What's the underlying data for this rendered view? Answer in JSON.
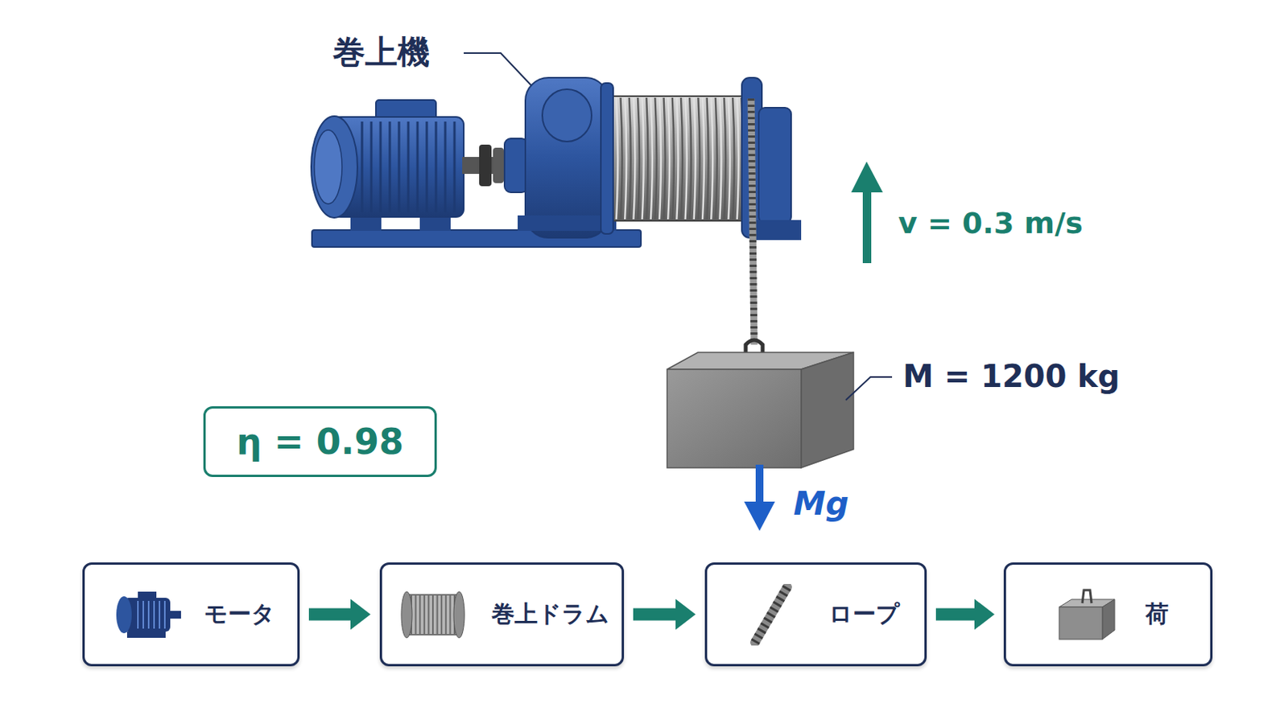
{
  "diagram": {
    "nodes": [
      {
        "text": [
          "η = 0.98"
        ]
      },
      {
        "text": [
          "モータ"
        ]
      },
      {
        "text": [
          "巻上ドラム"
        ]
      },
      {
        "text": [
          "ロープ"
        ]
      },
      {
        "text": [
          "荷"
        ]
      }
    ],
    "edges": [
      {
        "from": 1,
        "to": 2,
        "arrow": "to"
      },
      {
        "from": 2,
        "to": 3,
        "arrow": "to"
      },
      {
        "from": 3,
        "to": 4,
        "arrow": "to"
      }
    ],
    "labels": [
      "巻上機",
      "v = 0.3 m/s",
      "M = 1200 kg",
      "Mg"
    ]
  }
}
